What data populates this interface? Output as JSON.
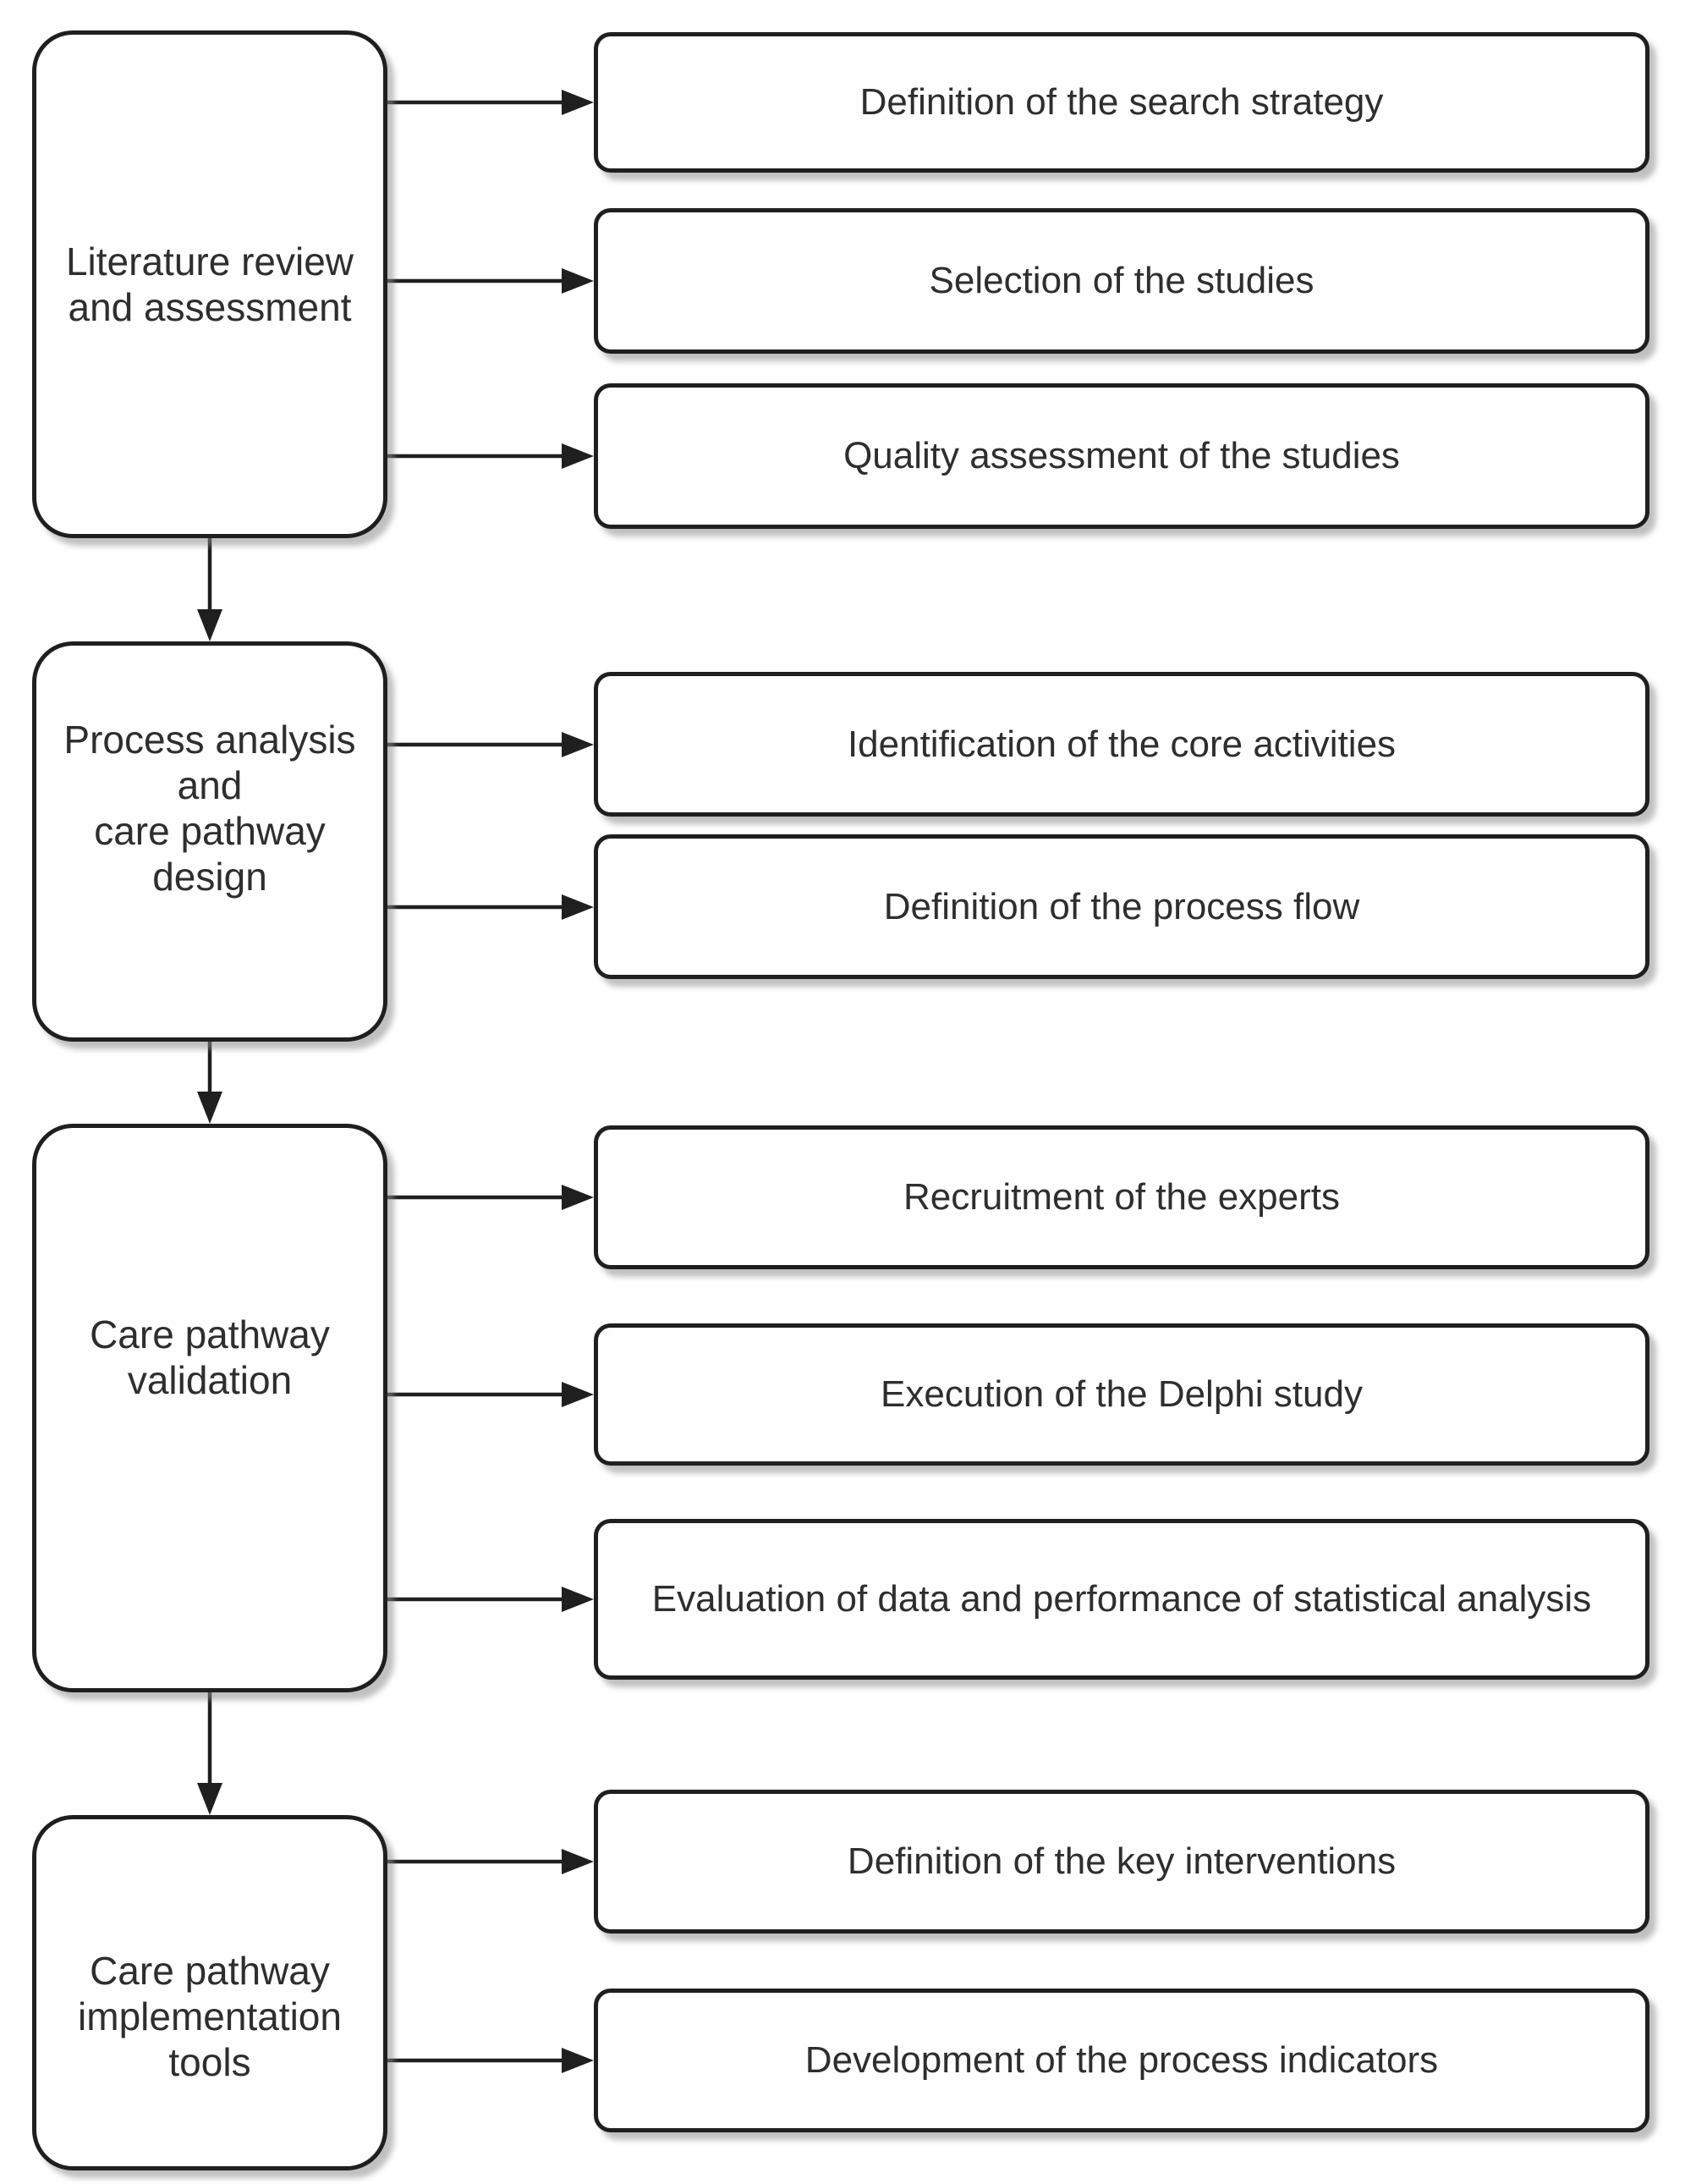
{
  "figure": {
    "stages": [
      {
        "label_lines": [
          "Literature review",
          "and assessment"
        ],
        "steps": [
          "Definition of the search strategy",
          "Selection of the studies",
          "Quality assessment of the studies"
        ]
      },
      {
        "label_lines": [
          "Process analysis",
          "and",
          "care pathway",
          "design"
        ],
        "steps": [
          "Identification of the core activities",
          "Definition of the process flow"
        ]
      },
      {
        "label_lines": [
          "Care pathway",
          "validation"
        ],
        "steps": [
          "Recruitment of the experts",
          "Execution of the Delphi study",
          "Evaluation of data and performance of statistical analysis"
        ]
      },
      {
        "label_lines": [
          "Care pathway",
          "implementation",
          "tools"
        ],
        "steps": [
          "Definition of the key interventions",
          "Development of the process indicators"
        ]
      }
    ],
    "colors": {
      "stroke": "#1f1f1f",
      "fill": "#fefefe",
      "shadow": "#8c8c8c",
      "text": "#2e2e2e"
    }
  }
}
